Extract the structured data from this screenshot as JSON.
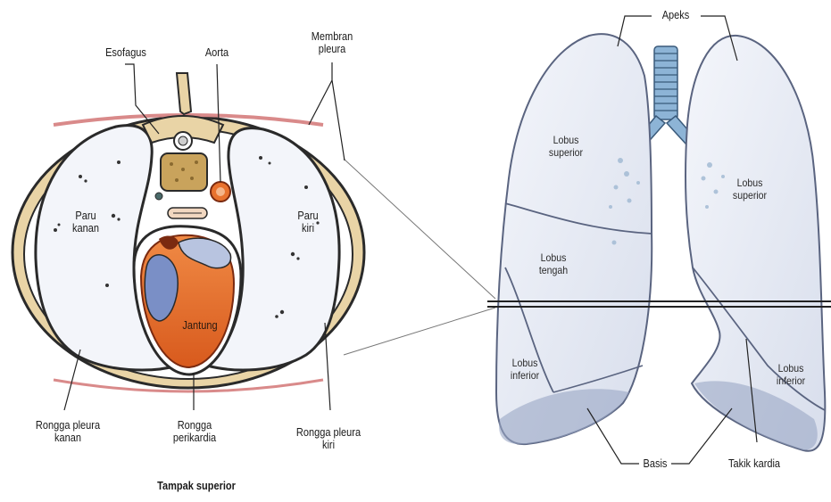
{
  "labels": {
    "esofagus": "Esofagus",
    "aorta": "Aorta",
    "membran_pleura": "Membran\npleura",
    "paru_kanan": "Paru\nkanan",
    "paru_kiri": "Paru\nkiri",
    "jantung": "Jantung",
    "rongga_pleura_kanan": "Rongga pleura\nkanan",
    "rongga_perikardia": "Rongga\nperikardia",
    "rongga_pleura_kiri": "Rongga pleura\nkiri",
    "tampak_superior": "Tampak superior",
    "apeks": "Apeks",
    "lobus_superior_kanan": "Lobus\nsuperior",
    "lobus_superior_kiri": "Lobus\nsuperior",
    "lobus_tengah": "Lobus\ntengah",
    "lobus_inferior_kanan": "Lobus\ninferior",
    "lobus_inferior_kiri": "Lobus\ninferior",
    "basis": "Basis",
    "takik_kardia": "Takik kardia"
  },
  "colors": {
    "lung_fill": "#eef1f8",
    "lung_stroke": "#6f7890",
    "pleura_wall": "#e9d4a6",
    "pleura_outline": "#2a2a2a",
    "heart_orange": "#e8722e",
    "heart_blue": "#7a8fc6",
    "bronchus_blue": "#8db4d6",
    "vertebra": "#e9d4a6",
    "leader": "#222222"
  }
}
